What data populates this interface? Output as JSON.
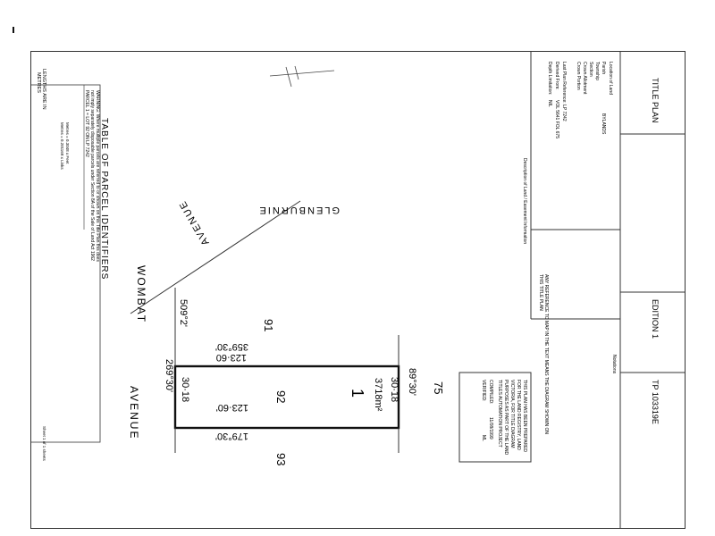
{
  "title_block": {
    "title": "TITLE PLAN",
    "edition": "EDITION 1",
    "plan_number": "TP 103319E",
    "notations": "Notations"
  },
  "land_info": {
    "location_label": "Location of Land",
    "parish_label": "Parish",
    "parish_value": "BYLANDS",
    "township_label": "Township",
    "section_label": "Section",
    "crown_allotment_label": "Crown Allotment",
    "crown_portion_label": "Crown Portion",
    "last_plan_label": "Last Plan Reference: LP 7242",
    "derived_label": "Derived From:",
    "derived_value": "VOL 5641  FOL 675",
    "depth_label": "Depth Limitation:",
    "depth_value": "NIL"
  },
  "description_heading": "Description of Land / Easement Information",
  "reference_note": {
    "line1": "ANY REFERENCE TO MAP IN THE TEXT MEANS THE DIAGRAM SHOWN ON",
    "line2": "THIS TITLE PLAN"
  },
  "prepared_note": {
    "lines": [
      "THIS PLAN HAS BEEN PREPARED",
      "FOR THE LAND REGISTRY, LAND",
      "VICTORIA, FOR TITLE DIAGRAM",
      "PURPOSES AS PART OF THE LAND",
      "TITLES AUTOMATION PROJECT"
    ],
    "compiled_label": "COMPILED:",
    "compiled_value": "11/08/1999",
    "verified_label": "VERIFIED:",
    "verified_value": "ML"
  },
  "parcel_table": {
    "title": "TABLE  OF  PARCEL  IDENTIFIERS",
    "warning_line1": "WARNING: Where multiple parcels are referred to or shown on this Title Plan this does",
    "warning_line2": "not imply separately disposable parcels under Section 8A of the Sale of Land Act 1962",
    "parcel_entry": "PARCEL 1 = LOT 92 ON LP 7242"
  },
  "footer": {
    "lengths_line1": "LENGTHS ARE IN",
    "lengths_line2": "METRES",
    "metres_note1": "Metres = 0.3048 x Feet",
    "metres_note2": "Metres = 0.201168 x Links",
    "sheet": "Sheet 1 of 1 sheets"
  },
  "diagram": {
    "road_north_1": "GLENBURNIE",
    "road_north_2": "AVENUE",
    "road_south_1": "WOMBAT",
    "road_south_2": "AVENUE",
    "corner_distance": "509°2'",
    "bearing_top": "359°30'",
    "length_top": "123·60",
    "bearing_bottom": "179°30'",
    "length_bottom": "123·60'",
    "bearing_right": "89°30'",
    "length_right": "30·18",
    "bearing_left": "269°30'",
    "length_left": "30·18",
    "area": "3718m²",
    "parcel_number": "1",
    "lot_number": "92",
    "lot_north": "91",
    "lot_east": "75",
    "lot_south": "93"
  }
}
